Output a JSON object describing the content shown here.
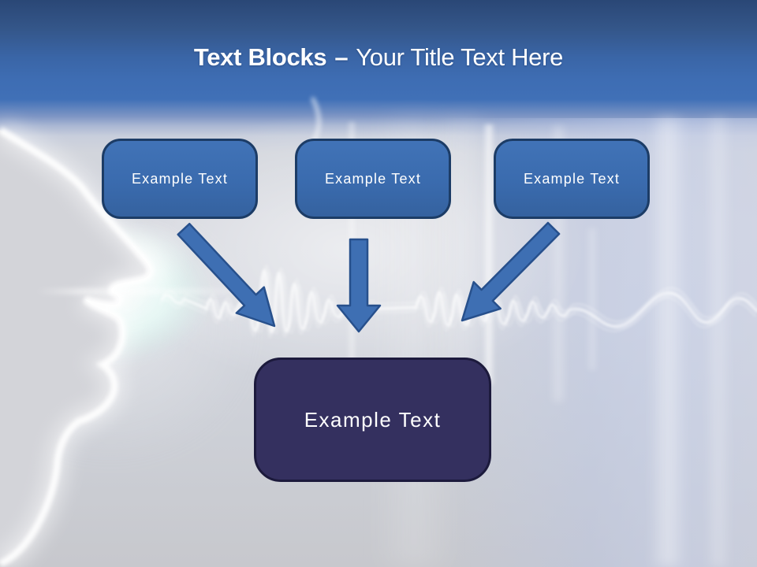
{
  "slide": {
    "title": {
      "bold": "Text Blocks",
      "separator": "–",
      "regular": "Your Title Text Here"
    },
    "blocks": [
      {
        "label": "Example Text"
      },
      {
        "label": "Example Text"
      },
      {
        "label": "Example Text"
      }
    ],
    "center_block": {
      "label": "Example Text"
    },
    "icons": {
      "arrow_left": "down-right-arrow-icon",
      "arrow_middle": "down-arrow-icon",
      "arrow_right": "down-left-arrow-icon",
      "face": "speaking-face-silhouette",
      "wave": "sound-wave-graphic"
    },
    "colors": {
      "header_top": "#2a4776",
      "header_blue": "#4070b7",
      "background_gray": "#d3d5dc",
      "block_fill": "#3b6cb0",
      "block_border": "#1c3c66",
      "center_fill": "#34305f",
      "center_border": "#1c1a3c",
      "arrow_fill": "#3e6fb3",
      "arrow_outline": "#27508c",
      "text": "#ffffff"
    }
  }
}
